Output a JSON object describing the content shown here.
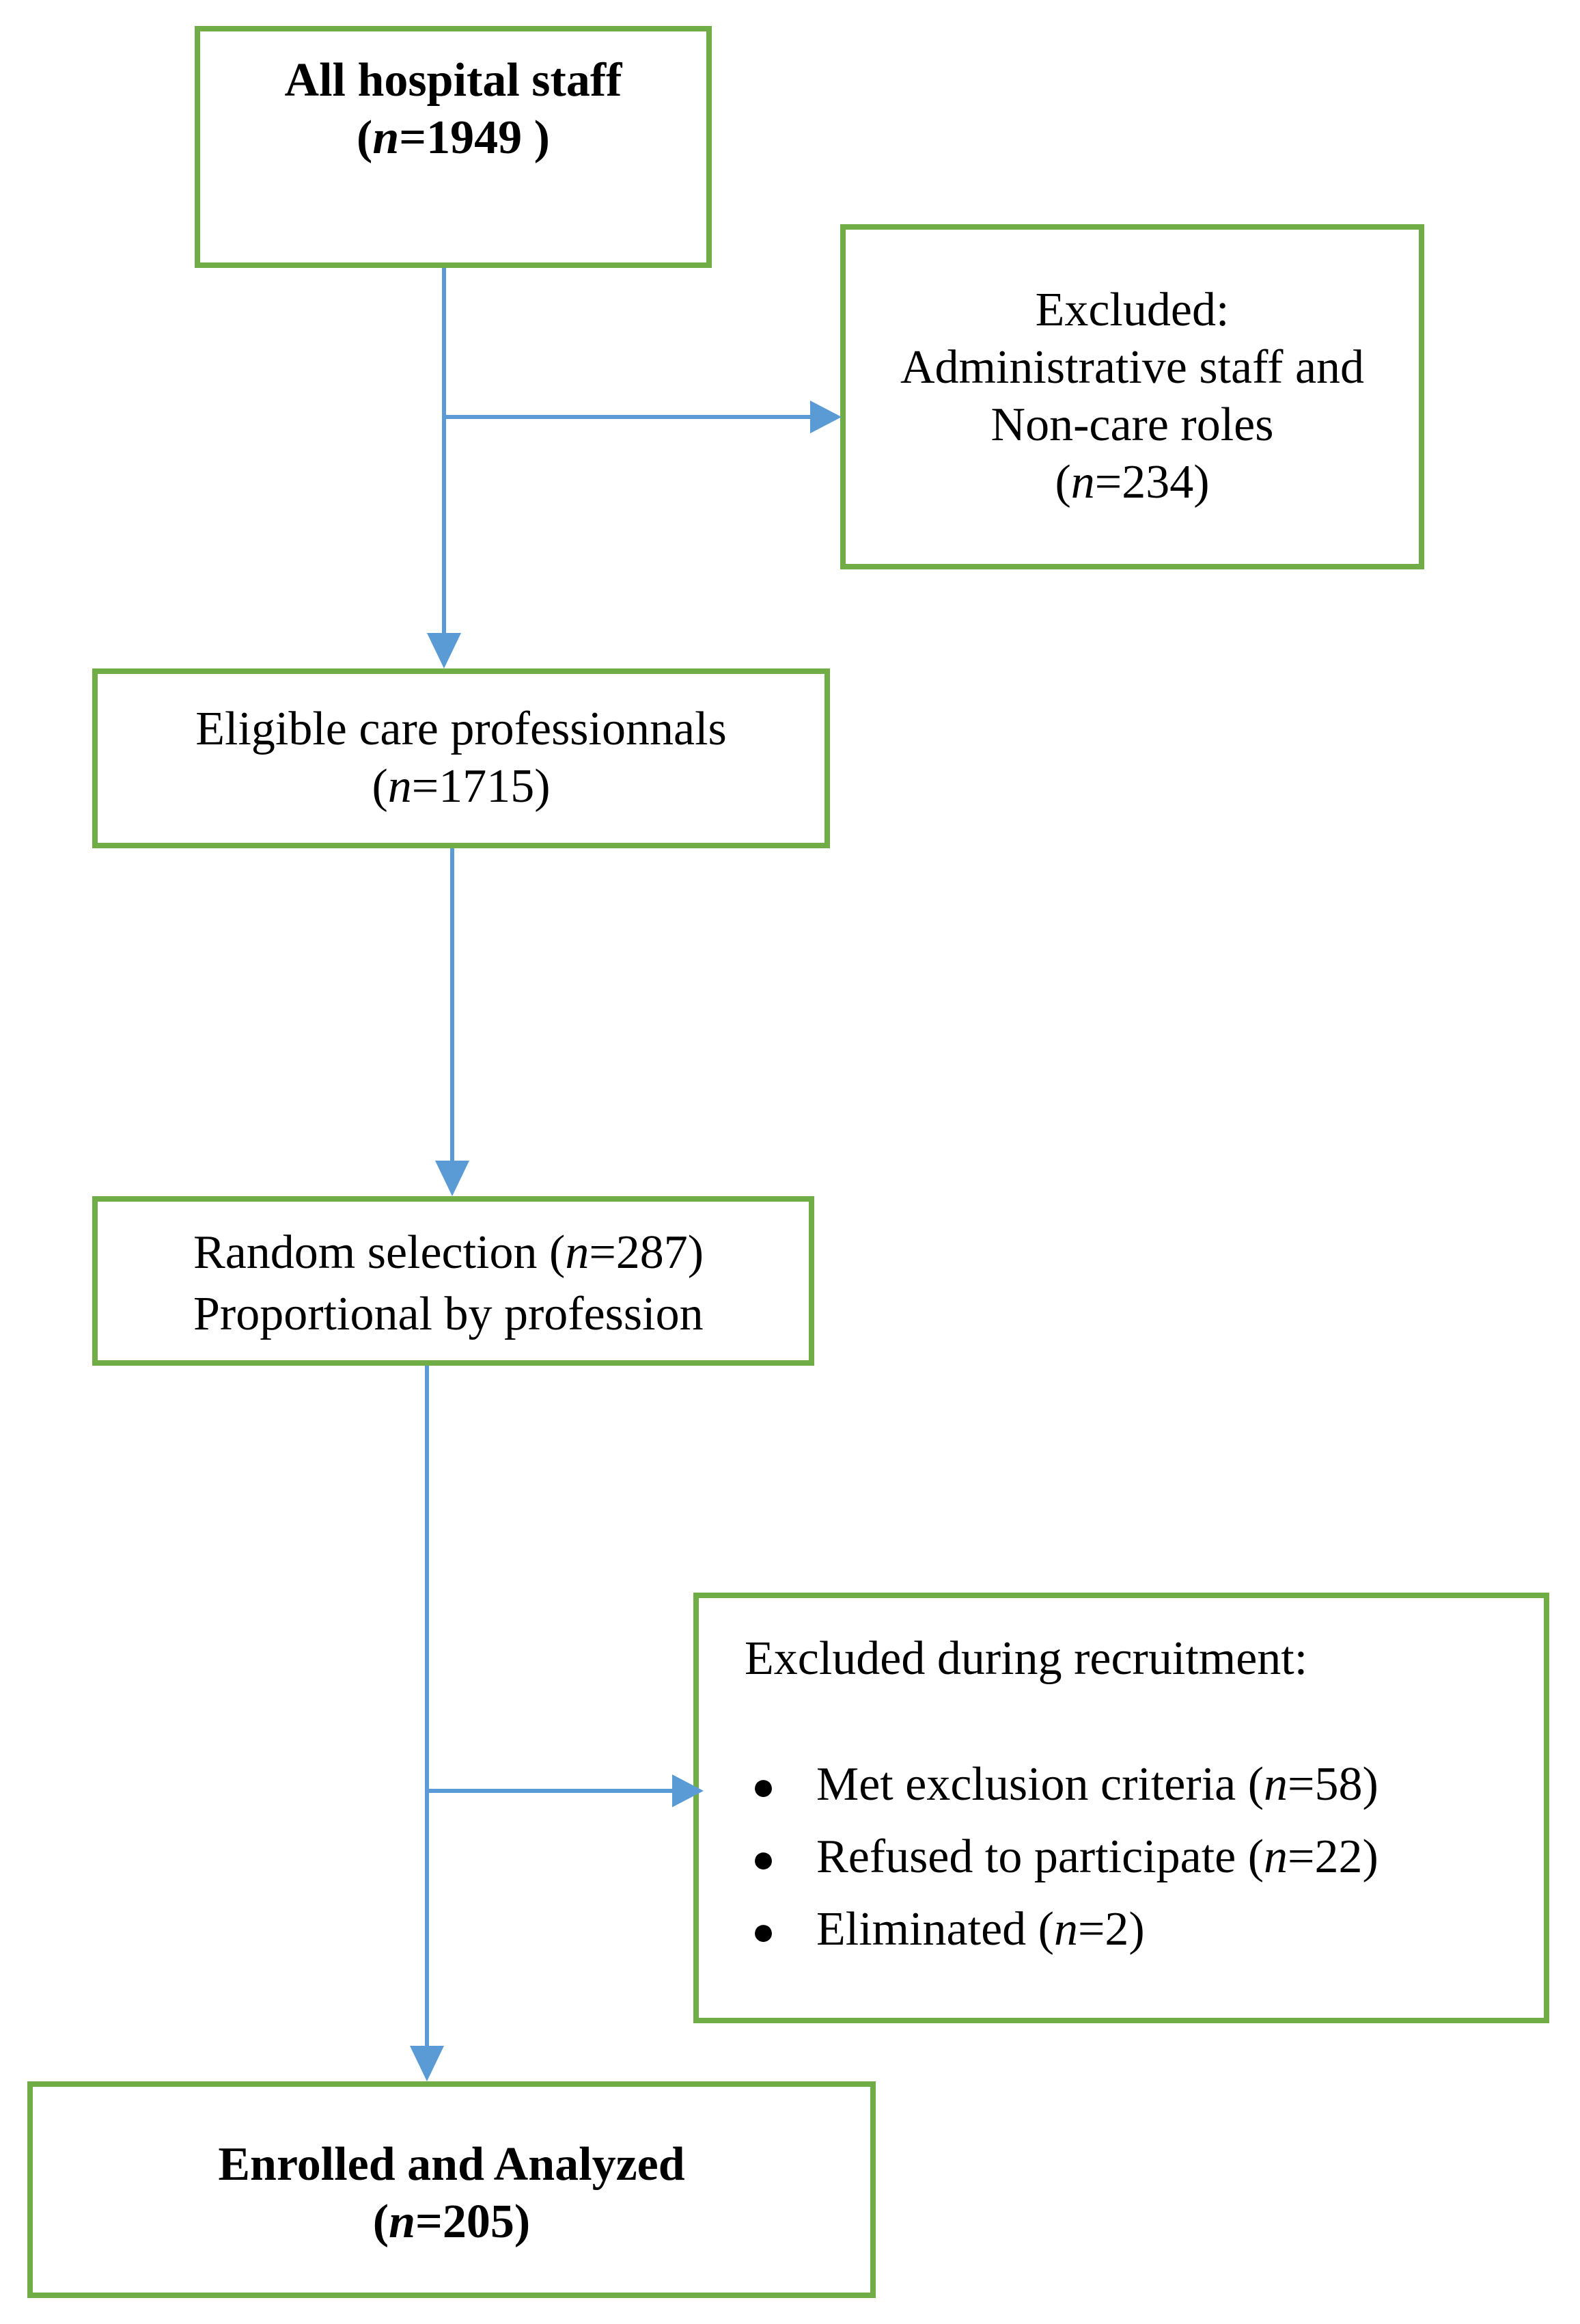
{
  "flow": {
    "box_all_staff": {
      "line1": "All hospital staff",
      "paren_open": "(",
      "n": "n",
      "paren_rest": "=1949 )"
    },
    "box_excluded_admin": {
      "line1": "Excluded:",
      "line2": "Administrative staff and",
      "line3": "Non-care roles",
      "paren_open": "(",
      "n": "n",
      "paren_rest": "=234)"
    },
    "box_eligible": {
      "line1": "Eligible care professionnals",
      "paren_open": "(",
      "n": "n",
      "paren_rest": "=1715)"
    },
    "box_random": {
      "line1_before": "Random selection (",
      "n1": "n",
      "line1_after": "=287)",
      "line2": "Proportional by profession"
    },
    "box_excluded_recruit": {
      "heading": "Excluded during recruitment:",
      "bullet_glyph": "●",
      "bullets": [
        {
          "before": "Met exclusion criteria (",
          "n": "n",
          "after": "=58)"
        },
        {
          "before": "Refused to participate (",
          "n": "n",
          "after": "=22)"
        },
        {
          "before": "Eliminated (",
          "n": "n",
          "after": "=2)"
        }
      ]
    },
    "box_enrolled": {
      "line1": "Enrolled and Analyzed",
      "paren_open": "(",
      "n": "n",
      "paren_rest": "=205)"
    }
  },
  "colors": {
    "box_border": "#70AD47",
    "arrow": "#5B9BD5",
    "text": "#000000",
    "background": "#FFFFFF"
  }
}
